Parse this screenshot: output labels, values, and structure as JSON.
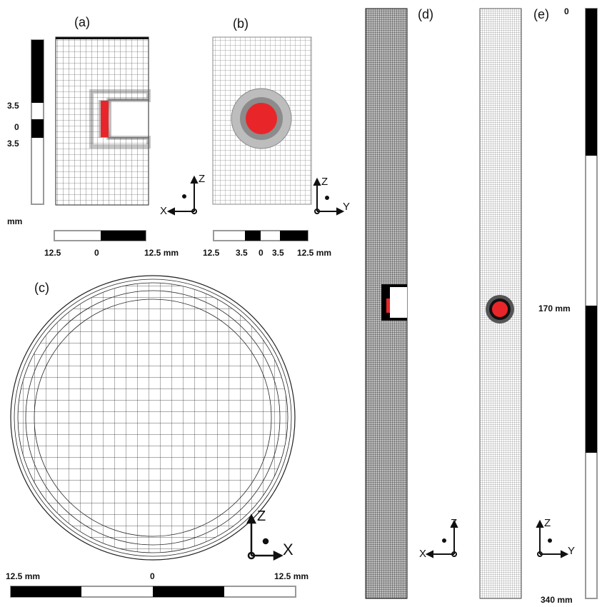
{
  "panels": {
    "a": {
      "label": "(a)"
    },
    "b": {
      "label": "(b)"
    },
    "c": {
      "label": "(c)"
    },
    "d": {
      "label": "(d)"
    },
    "e": {
      "label": "(e)"
    }
  },
  "scale_bars": {
    "a_vertical": {
      "top_label": "3.5",
      "mid_label": "0",
      "bottom_label": "3.5",
      "unit": "mm"
    },
    "a_horizontal": {
      "left_label": "12.5",
      "mid_label": "0",
      "right_label": "12.5 mm"
    },
    "b_horizontal": {
      "l1": "12.5",
      "l2": "3.5",
      "l3": "0",
      "l4": "3.5",
      "l5": "12.5 mm"
    },
    "c_horizontal": {
      "left_label": "12.5 mm",
      "mid_label": "0",
      "right_label": "12.5 mm"
    },
    "e_vertical": {
      "top_label": "0",
      "mid_label": "170 mm",
      "bottom_label": "340 mm"
    }
  },
  "axes": {
    "x": "X",
    "y": "Y",
    "z": "Z"
  },
  "colors": {
    "defect": "#e8262a",
    "mesh": "#222222",
    "bar_dark": "#000000",
    "bar_light": "#ffffff",
    "bar_border": "#999999"
  }
}
